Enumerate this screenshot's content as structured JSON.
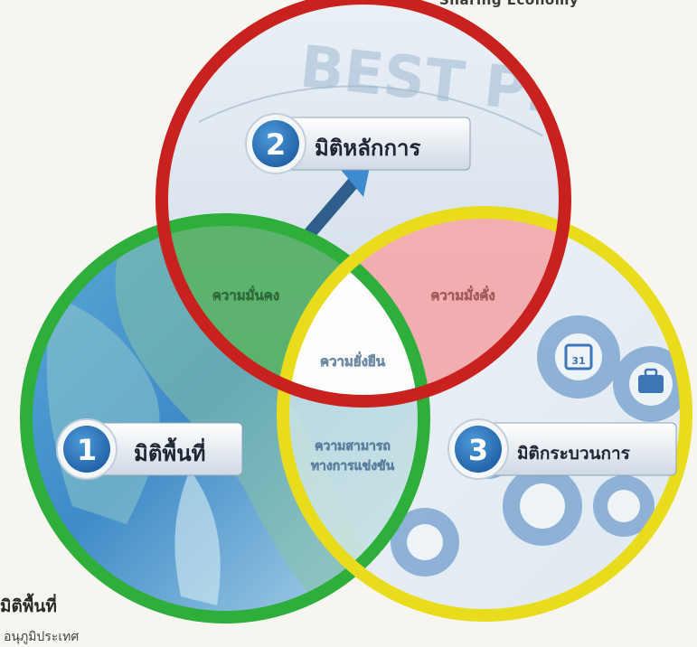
{
  "header_fragment": "Sharing Economy",
  "center_label": "ความยั่งยืน",
  "dimensions": [
    {
      "number": "1",
      "label": "มิติพื้นที่",
      "ring_color": "#2eae3a"
    },
    {
      "number": "2",
      "label": "มิติหลักการ",
      "ring_color": "#c9211e"
    },
    {
      "number": "3",
      "label": "มิติกระบวนการ",
      "ring_color": "#e8dc1d"
    }
  ],
  "overlaps": {
    "security": "ความมั่นคง",
    "prosperity": "ความมั่งคั่ง",
    "competitiveness_line1": "ความสามารถ",
    "competitiveness_line2": "ทางการแข่งขัน"
  },
  "background_text": {
    "best_practice": "BEST PRACTICE"
  },
  "footer": {
    "title": "มิติพื้นที่",
    "subtitle": "อนุภูมิประเทศ"
  }
}
